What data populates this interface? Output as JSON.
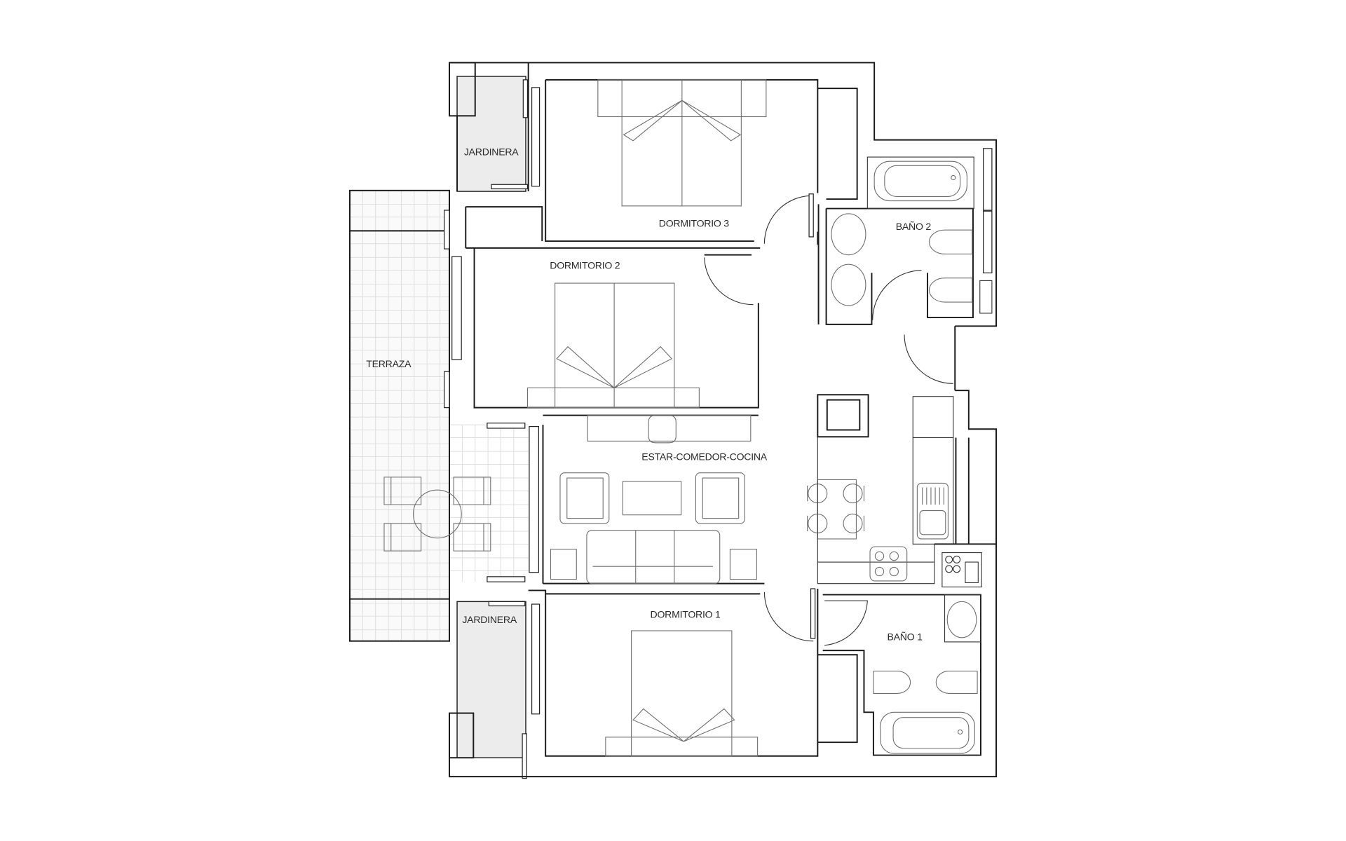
{
  "plan": {
    "title": "Floor plan",
    "colors": {
      "walls": "#1a1a1a",
      "furniture": "#6f6f6f",
      "tiles": "#dedede",
      "planter": "#ececec",
      "background": "#ffffff"
    },
    "rooms": {
      "dormitorio_3": "DORMITORIO 3",
      "dormitorio_2": "DORMITORIO 2",
      "dormitorio_1": "DORMITORIO 1",
      "bano_2": "BAÑO 2",
      "bano_1": "BAÑO 1",
      "terraza": "TERRAZA",
      "jardinera_top": "JARDINERA",
      "jardinera_bottom": "JARDINERA",
      "estar": "ESTAR-COMEDOR-COCINA"
    },
    "icons": {
      "double-bed": "bed",
      "bathtub": "bathtub",
      "washbasin": "sink",
      "toilet": "toilet",
      "bidet": "bidet",
      "armchair": "armchair",
      "sofa": "sofa",
      "coffee-table": "table",
      "dining-table": "table",
      "chair": "chair",
      "cooktop": "hob",
      "kitchen-sink": "sink",
      "boiler": "boiler",
      "door-swing": "door"
    }
  }
}
